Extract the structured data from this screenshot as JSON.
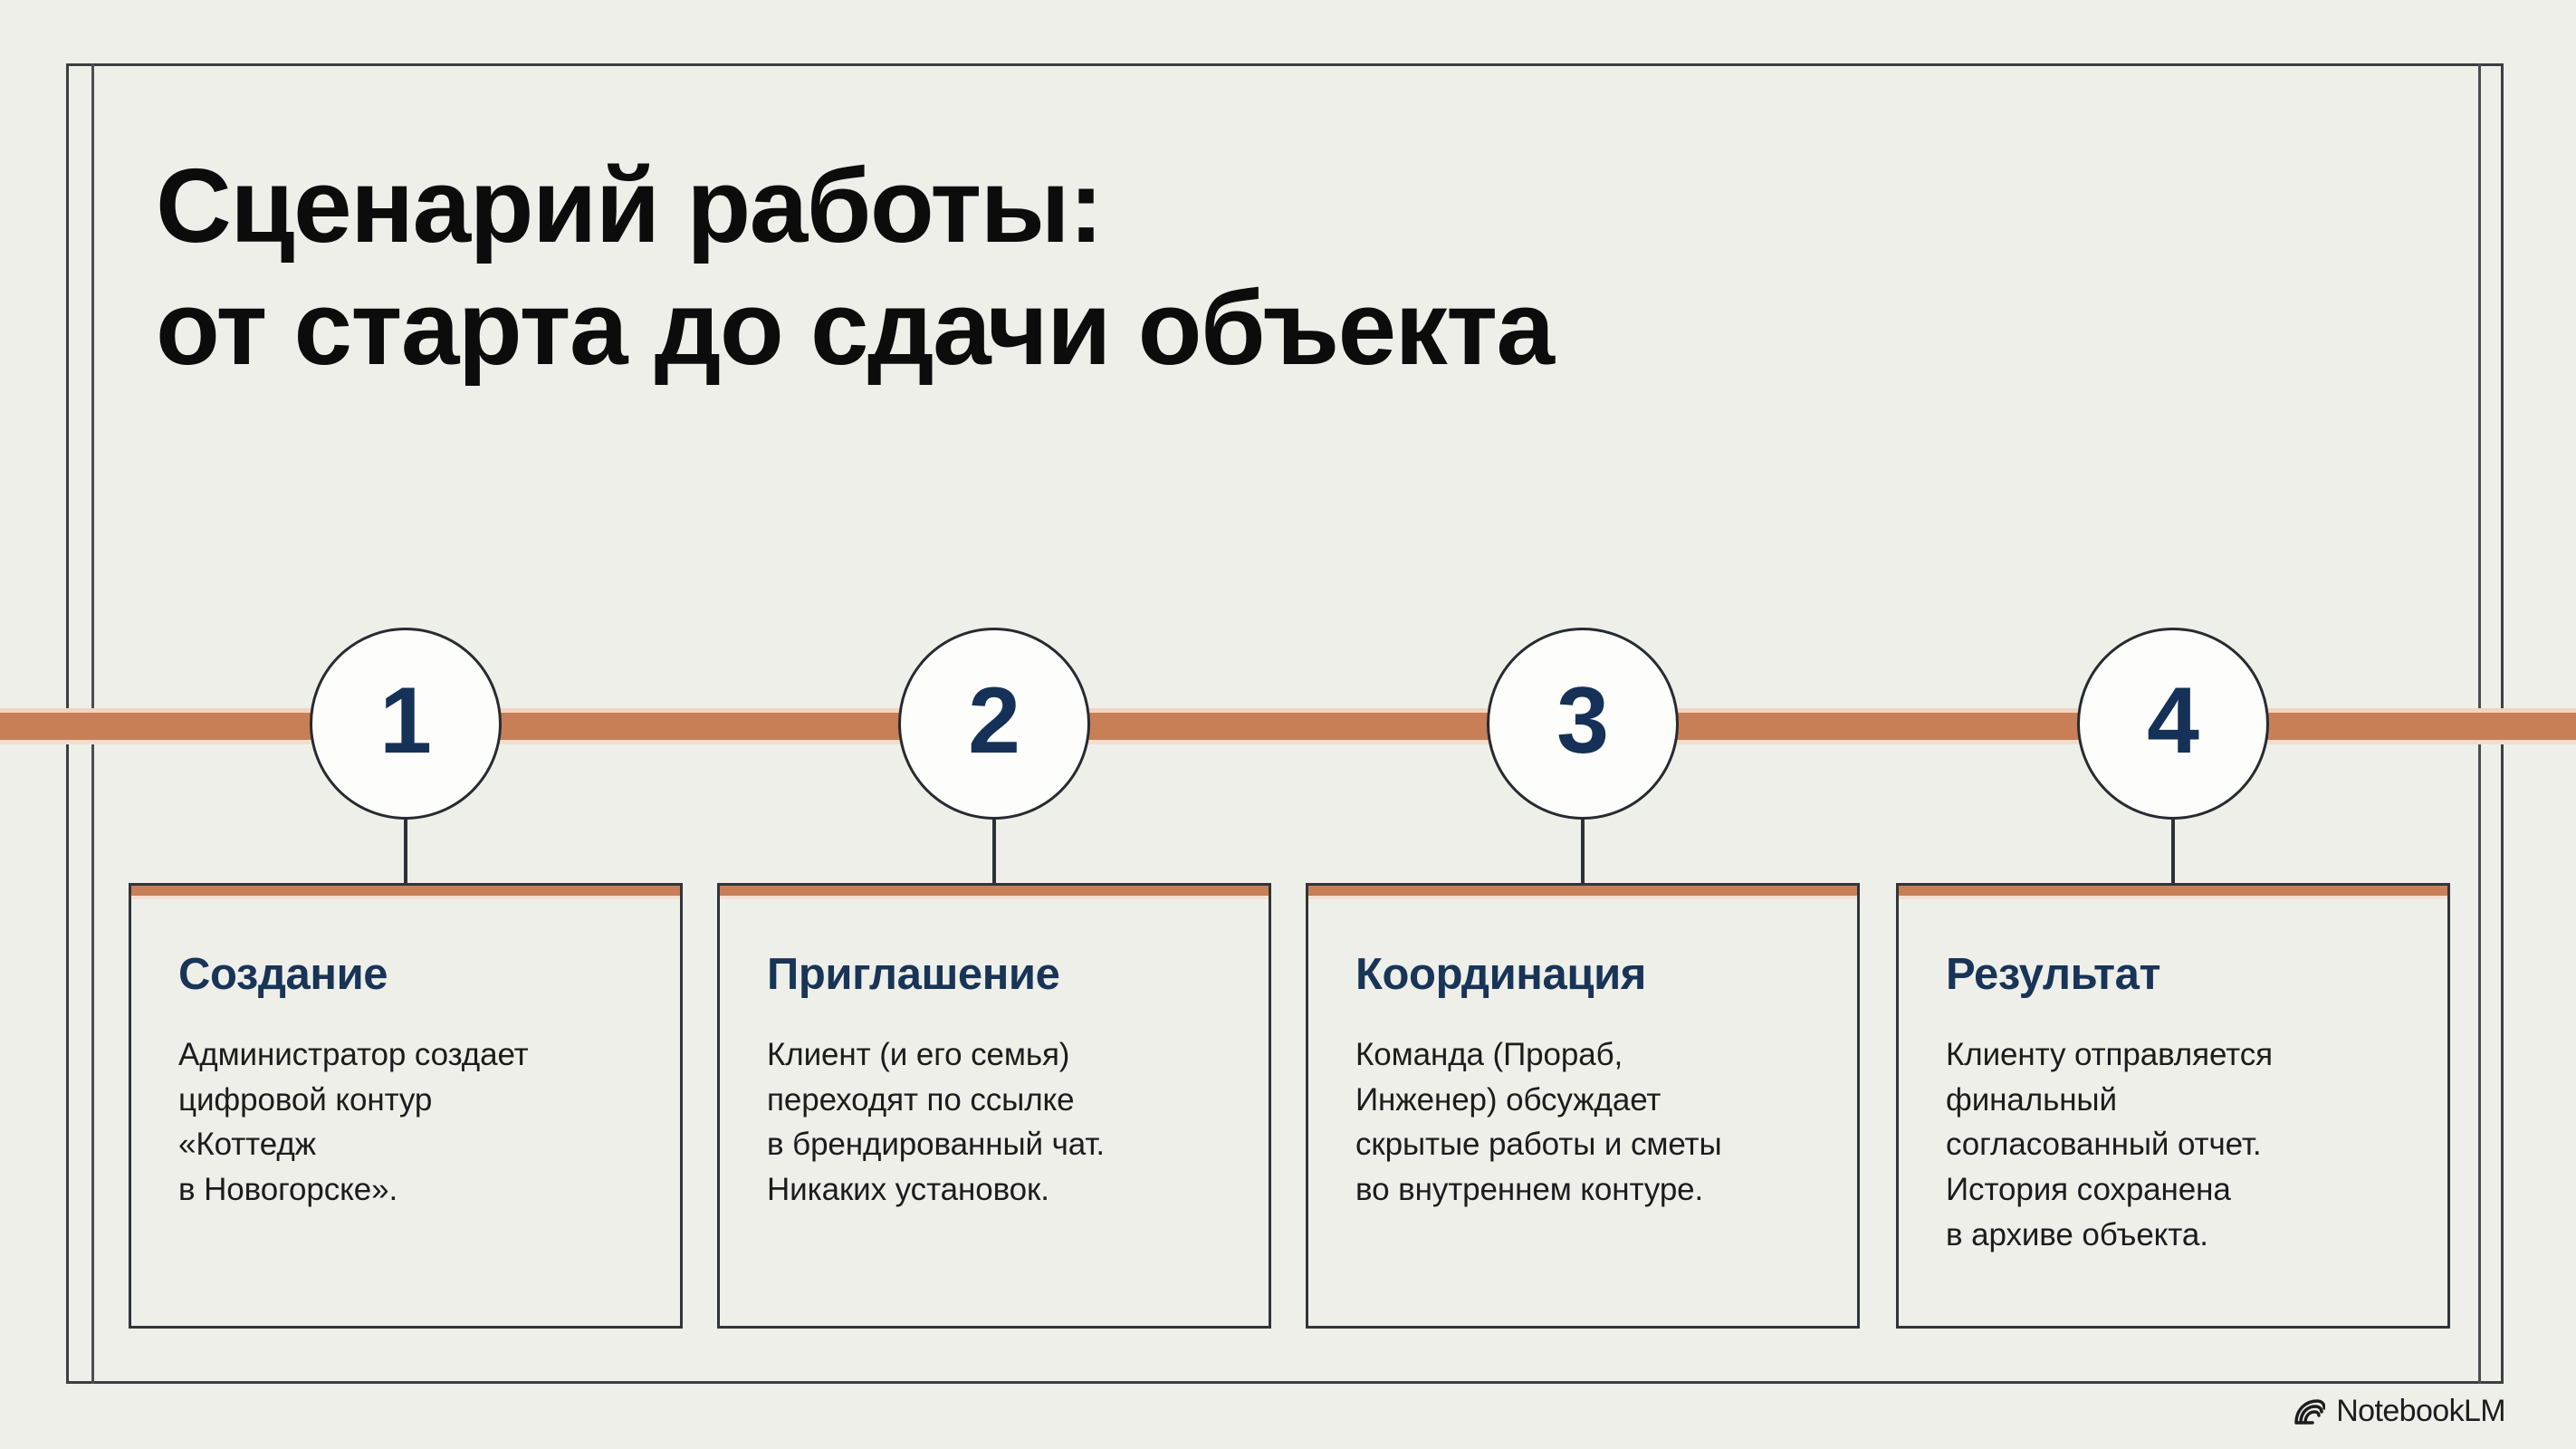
{
  "slide": {
    "title": "Сценарий работы:\nот старта до сдачи объекта",
    "background_color": "#eeefe9",
    "accent_color": "#c87f56",
    "heading_color": "#183457",
    "frame_color": "#3b3f41"
  },
  "steps": [
    {
      "number": "1",
      "heading": "Создание",
      "text": "Администратор создает\nцифровой контур\n«Коттедж\nв Новогорске»."
    },
    {
      "number": "2",
      "heading": "Приглашение",
      "text": "Клиент (и его семья)\nпереходят по ссылке\nв брендированный чат.\nНикаких установок."
    },
    {
      "number": "3",
      "heading": "Координация",
      "text": "Команда (Прораб,\nИнженер) обсуждает\nскрытые работы и сметы\nво внутреннем контуре."
    },
    {
      "number": "4",
      "heading": "Результат",
      "text": "Клиенту отправляется\nфинальный\nсогласованный отчет.\nИстория сохранена\nв архиве объекта."
    }
  ],
  "footer": {
    "logo_text": "NotebookLM",
    "logo_icon": "notebooklm-spiral-icon"
  }
}
